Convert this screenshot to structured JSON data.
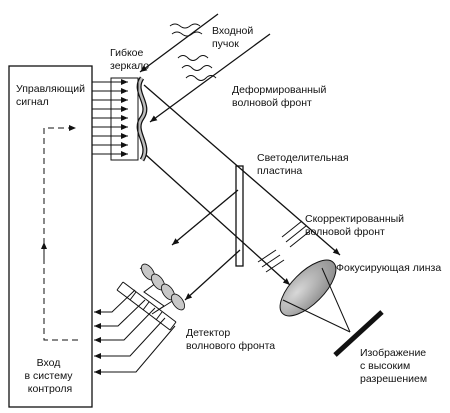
{
  "labels": {
    "input_beam": [
      "Входной",
      "пучок"
    ],
    "flexible_mirror": [
      "Гибкое",
      "зеркало"
    ],
    "deformed_wavefront": [
      "Деформированный",
      "волновой фронт"
    ],
    "control_signal": [
      "Управляющий",
      "сигнал"
    ],
    "beam_splitter": [
      "Светоделительная",
      "пластина"
    ],
    "corrected_wavefront": [
      "Скорректированный",
      "волновой фронт"
    ],
    "focusing_lens": [
      "Фокусирующая линза"
    ],
    "wavefront_detector": [
      "Детектор",
      "волнового фронта"
    ],
    "control_input": [
      "Вход",
      "в систему",
      "контроля"
    ],
    "high_res_image": [
      "Изображение",
      "с высоким",
      "разрешением"
    ]
  },
  "colors": {
    "ink": "#111111",
    "lens": "#9a9a9a",
    "background": "#ffffff"
  }
}
